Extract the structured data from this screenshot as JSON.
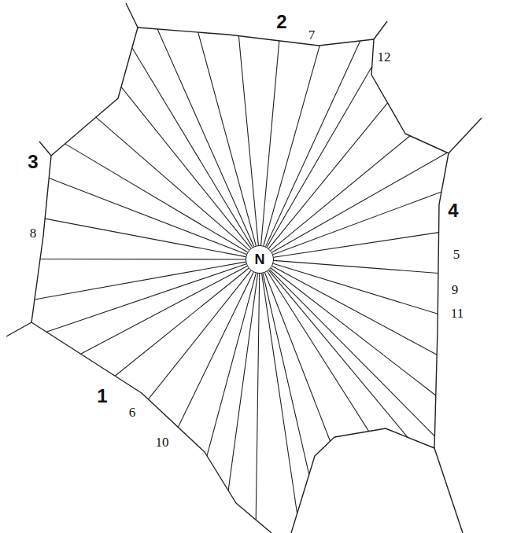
{
  "diagram": {
    "nodes": [
      {
        "text": [
          "N"
        ]
      }
    ],
    "labels": [
      "2",
      "7",
      "12",
      "3",
      "8",
      "4",
      "5",
      "9",
      "11",
      "1",
      "6",
      "10"
    ]
  }
}
